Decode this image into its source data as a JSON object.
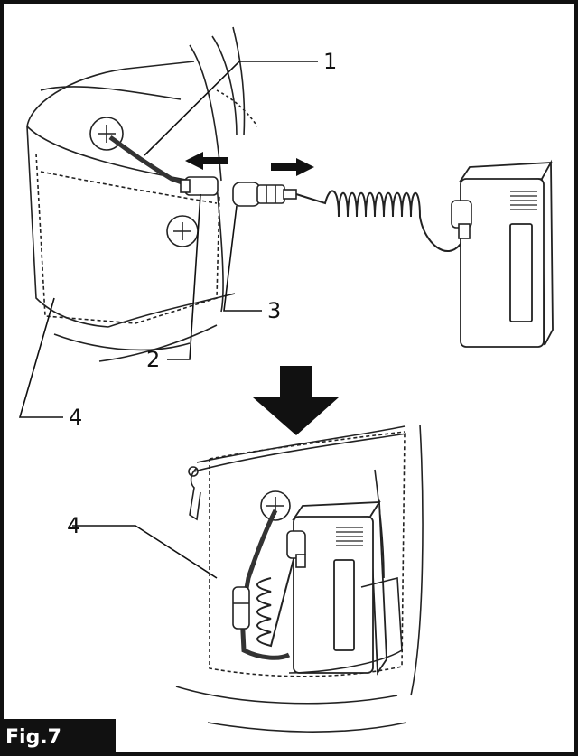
{
  "figure": {
    "label": "Fig.7",
    "callouts": {
      "c1": "1",
      "c2": "2",
      "c3": "3",
      "c4_top": "4",
      "c4_bottom": "4"
    }
  }
}
